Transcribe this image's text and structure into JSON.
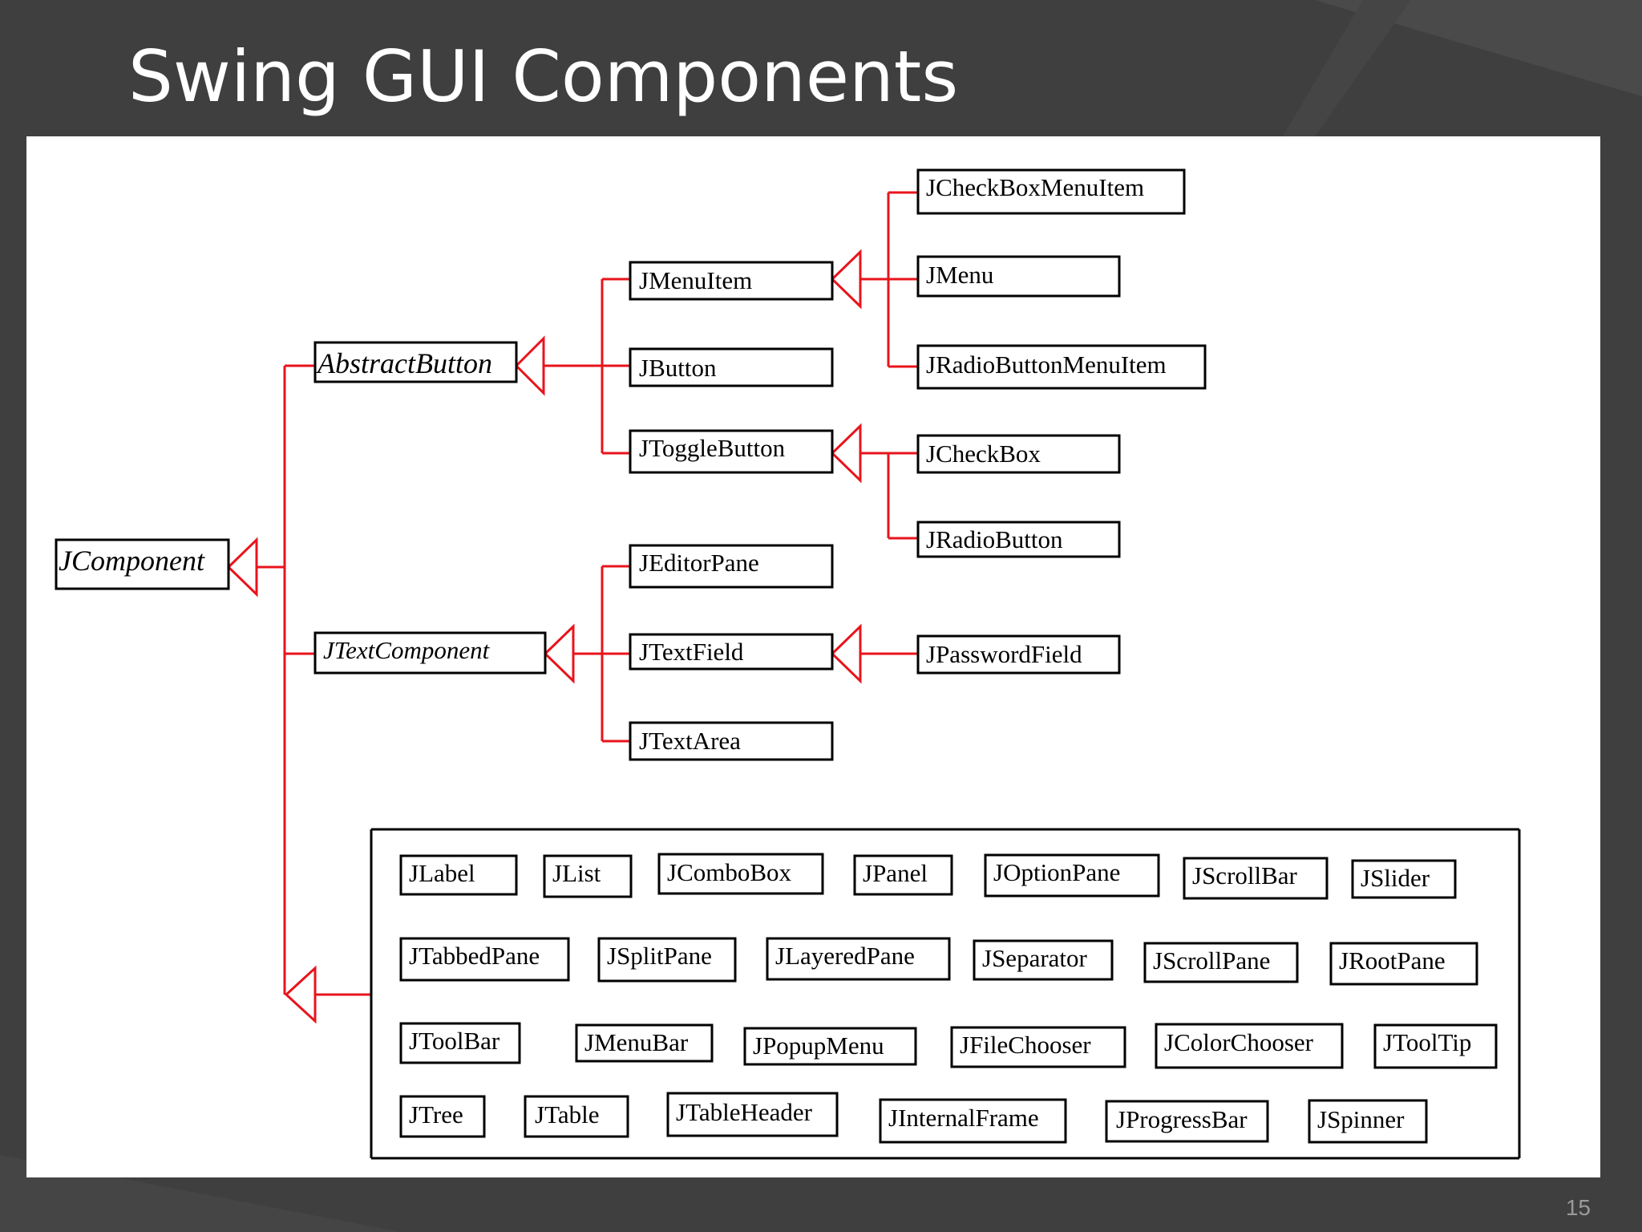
{
  "slide": {
    "title": "Swing GUI Components",
    "page_number": "15"
  },
  "diagram": {
    "root": "JComponent",
    "abstract_button": "AbstractButton",
    "text_component": "JTextComponent",
    "menu_item": "JMenuItem",
    "button": "JButton",
    "toggle_button": "JToggleButton",
    "check_box_menu_item": "JCheckBoxMenuItem",
    "menu": "JMenu",
    "radio_button_menu_item": "JRadioButtonMenuItem",
    "check_box": "JCheckBox",
    "radio_button": "JRadioButton",
    "editor_pane": "JEditorPane",
    "text_field": "JTextField",
    "text_area": "JTextArea",
    "password_field": "JPasswordField",
    "other_components": [
      "JLabel",
      "JList",
      "JComboBox",
      "JPanel",
      "JOptionPane",
      "JScrollBar",
      "JSlider",
      "JTabbedPane",
      "JSplitPane",
      "JLayeredPane",
      "JSeparator",
      "JScrollPane",
      "JRootPane",
      "JToolBar",
      "JMenuBar",
      "JPopupMenu",
      "JFileChooser",
      "JColorChooser",
      "JToolTip",
      "JTree",
      "JTable",
      "JTableHeader",
      "JInternalFrame",
      "JProgressBar",
      "JSpinner"
    ]
  },
  "colors": {
    "background": "#3f3f3f",
    "panel": "#ffffff",
    "connector": "#e8141c",
    "box_border": "#000000"
  }
}
